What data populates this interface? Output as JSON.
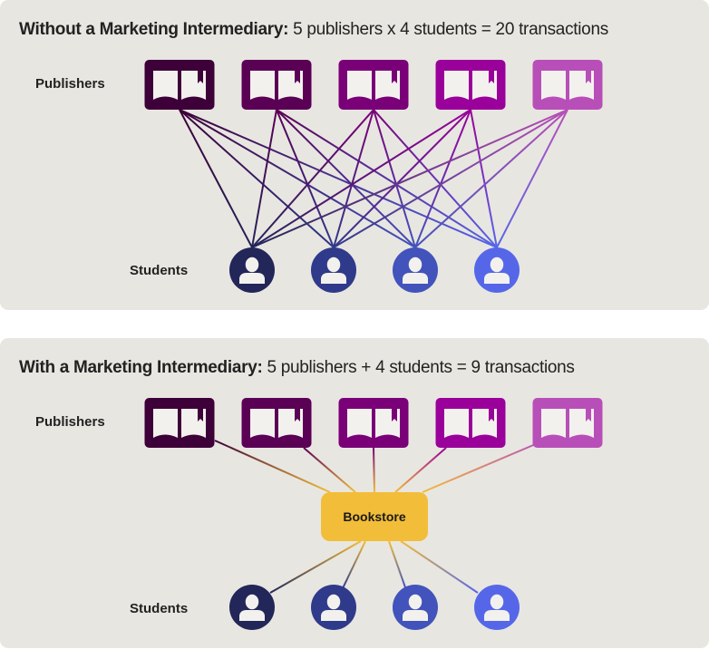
{
  "without": {
    "title_bold": "Without a Marketing Intermediary:",
    "title_rest": " 5 publishers x 4 students = 20 transactions",
    "publishers_label": "Publishers",
    "students_label": "Students"
  },
  "with": {
    "title_bold": "With a Marketing Intermediary:",
    "title_rest": " 5 publishers + 4 students = 9 transactions",
    "publishers_label": "Publishers",
    "students_label": "Students",
    "intermediary_label": "Bookstore"
  },
  "publishers": [
    {
      "name": "publisher-1",
      "color": "#3d0038",
      "icon": "book-icon"
    },
    {
      "name": "publisher-2",
      "color": "#5a0055",
      "icon": "book-icon"
    },
    {
      "name": "publisher-3",
      "color": "#7a0078",
      "icon": "book-icon"
    },
    {
      "name": "publisher-4",
      "color": "#9a009a",
      "icon": "book-icon"
    },
    {
      "name": "publisher-5",
      "color": "#b84fb8",
      "icon": "book-icon"
    }
  ],
  "students": [
    {
      "name": "student-1",
      "color": "#222658",
      "icon": "person-icon"
    },
    {
      "name": "student-2",
      "color": "#2f3a8a",
      "icon": "person-icon"
    },
    {
      "name": "student-3",
      "color": "#4253bb",
      "icon": "person-icon"
    },
    {
      "name": "student-4",
      "color": "#5567e8",
      "icon": "person-icon"
    }
  ],
  "colors": {
    "panel_bg": "#e8e6e1",
    "bookstore": "#f2bd38",
    "icon_fill": "#f3f1ee"
  }
}
